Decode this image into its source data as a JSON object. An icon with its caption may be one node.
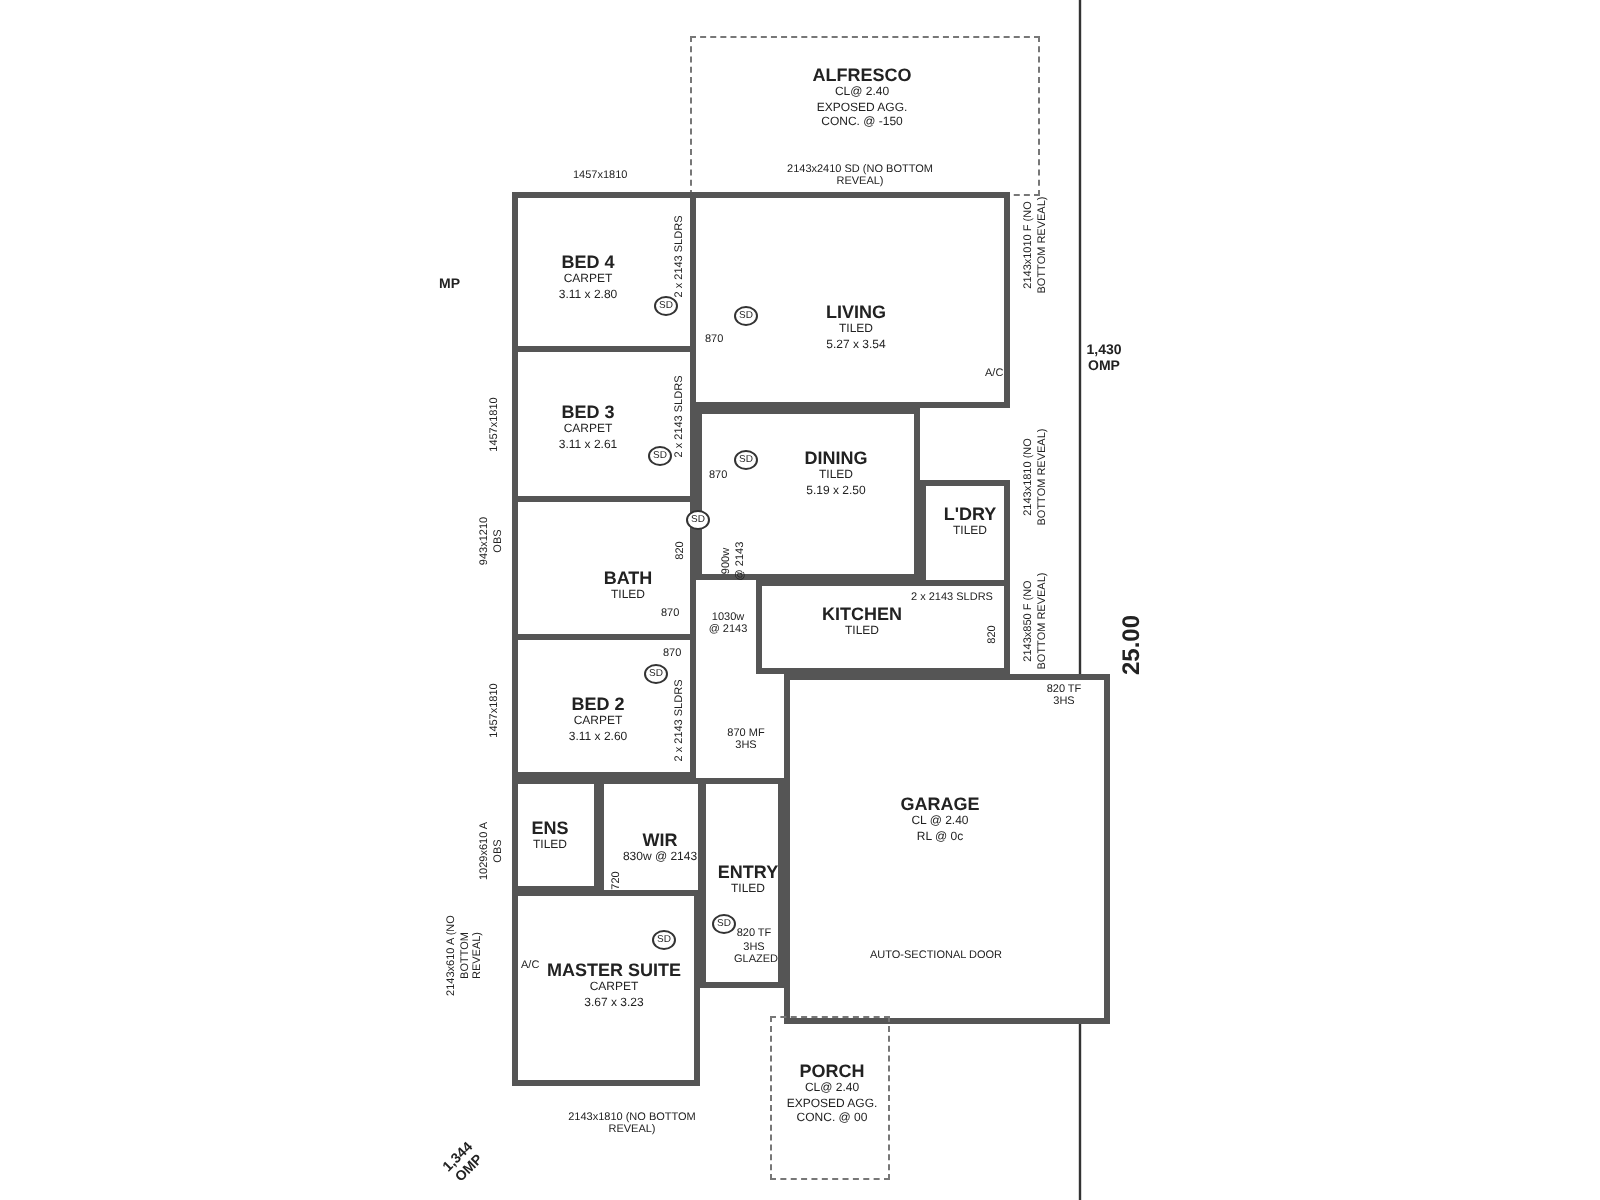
{
  "diagram": {
    "nodes": [
      {
        "text": [
          "ALFRESCO",
          "CL@ 2.40",
          "EXPOSED AGG.",
          "CONC. @ -150"
        ]
      },
      {
        "text": [
          "BED 4",
          "CARPET",
          "3.11 x 2.80"
        ]
      },
      {
        "text": [
          "LIVING",
          "TILED",
          "5.27 x 3.54"
        ]
      },
      {
        "text": [
          "BED 3",
          "CARPET",
          "3.11 x 2.61"
        ]
      },
      {
        "text": [
          "DINING",
          "TILED",
          "5.19 x 2.50"
        ]
      },
      {
        "text": [
          "L'DRY",
          "TILED"
        ]
      },
      {
        "text": [
          "BATH",
          "TILED"
        ]
      },
      {
        "text": [
          "KITCHEN",
          "TILED"
        ]
      },
      {
        "text": [
          "BED 2",
          "CARPET",
          "3.11 x 2.60"
        ]
      },
      {
        "text": [
          "GARAGE",
          "CL @ 2.40",
          "RL @ 0c"
        ]
      },
      {
        "text": [
          "ENS",
          "TILED"
        ]
      },
      {
        "text": [
          "WIR",
          "830w @ 2143"
        ]
      },
      {
        "text": [
          "ENTRY",
          "TILED"
        ]
      },
      {
        "text": [
          "MASTER SUITE",
          "CARPET",
          "3.67 x 3.23"
        ]
      },
      {
        "text": [
          "PORCH",
          "CL@ 2.40",
          "EXPOSED AGG.",
          "CONC. @ 00"
        ]
      }
    ],
    "labels": [
      "2143x2410 SD (NO BOTTOM REVEAL)",
      "1457x1810",
      "MP",
      "2 x 2143 SLDRS",
      "SD",
      "870",
      "SD",
      "2143x1010 F (NO BOTTOM REVEAL)",
      "A/C",
      "1,430 OMP",
      "1457x1810",
      "2 x 2143 SLDRS",
      "SD",
      "870",
      "SD",
      "943x1210 OBS",
      "2143x1810 (NO BOTTOM REVEAL)",
      "2 x 2143 SLDRS",
      "820",
      "2143x850 F (NO BOTTOM REVEAL)",
      "25.00",
      "820",
      "SD",
      "900w @ 2143",
      "870",
      "1030w @ 2143",
      "870",
      "SD",
      "1457x1810",
      "2 x 2143 SLDRS",
      "870 MF 3HS",
      "820 TF 3HS",
      "720",
      "1029x610 A OBS",
      "2143x610 A (NO BOTTOM REVEAL)",
      "A/C",
      "SD",
      "SD",
      "820 TF 3HS GLAZED",
      "AUTO-SECTIONAL DOOR",
      "2143x1810 (NO BOTTOM REVEAL)",
      "1,344 OMP"
    ]
  }
}
